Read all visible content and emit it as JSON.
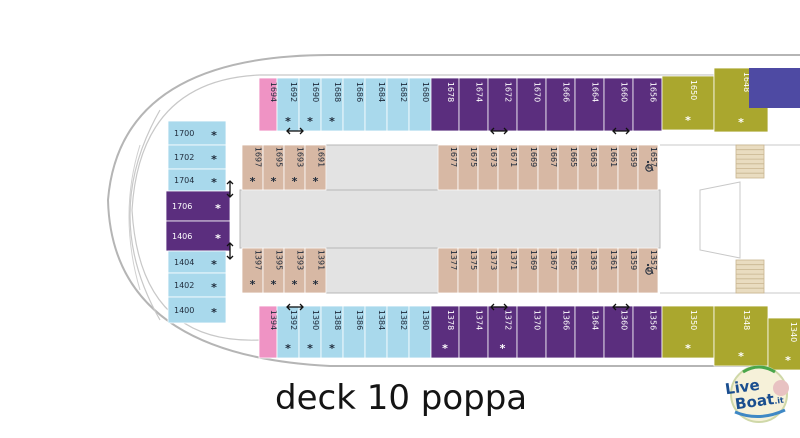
{
  "title": "deck 10 poppa",
  "logo": {
    "line1": "Live",
    "line2": "Boat",
    "suffix": ".it"
  },
  "colors": {
    "light_blue": "#a9d9ec",
    "purple": "#5b2e7e",
    "olive": "#aaa72e",
    "tan": "#d7b8a4",
    "pink": "#ef93c4",
    "navy": "#4e4aa3",
    "corridor": "#e3e3e3",
    "outline": "#b7b7b7"
  },
  "legend_marks": {
    "accessible_icon": "wheelchair-icon",
    "connecting_icon": "double-arrow-icon",
    "star": "*"
  },
  "cabins": {
    "top_outer": [
      {
        "num": "1694",
        "type": "pink",
        "star": false
      },
      {
        "num": "1692",
        "type": "blue",
        "star": true
      },
      {
        "num": "1690",
        "type": "blue",
        "star": true
      },
      {
        "num": "1688",
        "type": "blue",
        "star": true
      },
      {
        "num": "1686",
        "type": "blue",
        "star": false
      },
      {
        "num": "1684",
        "type": "blue",
        "star": false
      },
      {
        "num": "1682",
        "type": "blue",
        "star": false
      },
      {
        "num": "1680",
        "type": "blue",
        "star": false
      },
      {
        "num": "1678",
        "type": "purple",
        "star": false
      },
      {
        "num": "1674",
        "type": "purple",
        "star": false
      },
      {
        "num": "1672",
        "type": "purple",
        "star": false
      },
      {
        "num": "1670",
        "type": "purple",
        "star": false
      },
      {
        "num": "1666",
        "type": "purple",
        "star": false
      },
      {
        "num": "1664",
        "type": "purple",
        "star": false
      },
      {
        "num": "1660",
        "type": "purple",
        "star": false
      },
      {
        "num": "1656",
        "type": "purple",
        "star": false
      },
      {
        "num": "1650",
        "type": "olive",
        "star": true
      },
      {
        "num": "1648",
        "type": "olive",
        "star": true
      }
    ],
    "bottom_outer": [
      {
        "num": "1394",
        "type": "pink",
        "star": false
      },
      {
        "num": "1392",
        "type": "blue",
        "star": true
      },
      {
        "num": "1390",
        "type": "blue",
        "star": true
      },
      {
        "num": "1388",
        "type": "blue",
        "star": true
      },
      {
        "num": "1386",
        "type": "blue",
        "star": false
      },
      {
        "num": "1384",
        "type": "blue",
        "star": false
      },
      {
        "num": "1382",
        "type": "blue",
        "star": false
      },
      {
        "num": "1380",
        "type": "blue",
        "star": false
      },
      {
        "num": "1378",
        "type": "purple",
        "star": true
      },
      {
        "num": "1374",
        "type": "purple",
        "star": false
      },
      {
        "num": "1372",
        "type": "purple",
        "star": true
      },
      {
        "num": "1370",
        "type": "purple",
        "star": false
      },
      {
        "num": "1366",
        "type": "purple",
        "star": false
      },
      {
        "num": "1364",
        "type": "purple",
        "star": false
      },
      {
        "num": "1360",
        "type": "purple",
        "star": false
      },
      {
        "num": "1356",
        "type": "purple",
        "star": false
      },
      {
        "num": "1350",
        "type": "olive",
        "star": true
      },
      {
        "num": "1348",
        "type": "olive",
        "star": true
      },
      {
        "num": "1340",
        "type": "olive",
        "star": true
      }
    ],
    "top_inner_left": [
      {
        "num": "1697",
        "star": true
      },
      {
        "num": "1695",
        "star": true
      },
      {
        "num": "1693",
        "star": true
      },
      {
        "num": "1691",
        "star": true
      }
    ],
    "top_inner_right": [
      {
        "num": "1677",
        "star": false
      },
      {
        "num": "1675",
        "star": false
      },
      {
        "num": "1673",
        "star": false
      },
      {
        "num": "1671",
        "star": false
      },
      {
        "num": "1669",
        "star": false
      },
      {
        "num": "1667",
        "star": false
      },
      {
        "num": "1665",
        "star": false
      },
      {
        "num": "1663",
        "star": false
      },
      {
        "num": "1661",
        "star": false
      },
      {
        "num": "1659",
        "star": false
      },
      {
        "num": "1657",
        "star": false
      }
    ],
    "bottom_inner_left": [
      {
        "num": "1397",
        "star": true
      },
      {
        "num": "1395",
        "star": true
      },
      {
        "num": "1393",
        "star": true
      },
      {
        "num": "1391",
        "star": true
      }
    ],
    "bottom_inner_right": [
      {
        "num": "1377",
        "star": false
      },
      {
        "num": "1375",
        "star": false
      },
      {
        "num": "1373",
        "star": false
      },
      {
        "num": "1371",
        "star": false
      },
      {
        "num": "1369",
        "star": false
      },
      {
        "num": "1367",
        "star": false
      },
      {
        "num": "1365",
        "star": false
      },
      {
        "num": "1363",
        "star": false
      },
      {
        "num": "1361",
        "star": false
      },
      {
        "num": "1359",
        "star": false
      },
      {
        "num": "1357",
        "star": false
      }
    ],
    "stern": [
      {
        "num": "1700",
        "type": "blue",
        "star": true
      },
      {
        "num": "1702",
        "type": "blue",
        "star": true
      },
      {
        "num": "1704",
        "type": "blue",
        "star": true
      },
      {
        "num": "1706",
        "type": "purple",
        "star": true
      },
      {
        "num": "1406",
        "type": "purple",
        "star": true
      },
      {
        "num": "1404",
        "type": "blue",
        "star": true
      },
      {
        "num": "1402",
        "type": "blue",
        "star": true
      },
      {
        "num": "1400",
        "type": "blue",
        "star": true
      }
    ]
  }
}
